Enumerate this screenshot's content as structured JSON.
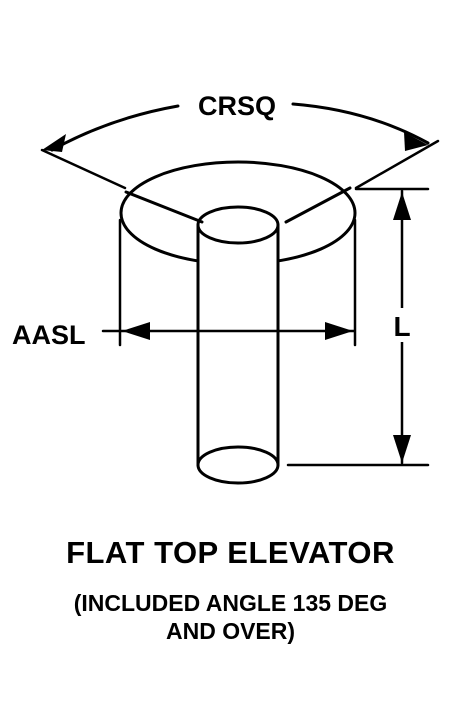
{
  "diagram": {
    "labels": {
      "crsq": "CRSQ",
      "aasl": "AASL",
      "length": "L"
    }
  },
  "caption": {
    "title": "FLAT TOP ELEVATOR",
    "subtitle_line1": "(INCLUDED ANGLE 135 DEG",
    "subtitle_line2": "AND OVER)"
  },
  "colors": {
    "ink": "#000000",
    "background": "#ffffff"
  }
}
